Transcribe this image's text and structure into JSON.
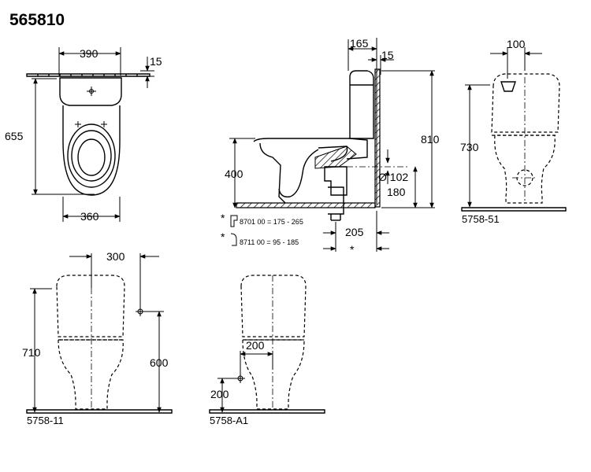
{
  "title": "565810",
  "top_view": {
    "width_top": "390",
    "depth_top": "15",
    "depth": "655",
    "width_bottom": "360"
  },
  "side_view": {
    "d165": "165",
    "d15": "15",
    "height_total": "810",
    "seat_height": "400",
    "pipe": "Ø 102",
    "pipe_height": "180",
    "d205": "205",
    "star": "*",
    "notes": [
      {
        "star": "*",
        "text": "8701 00  = 175 - 265"
      },
      {
        "star": "*",
        "text": "8711 00  =  95 - 185"
      }
    ]
  },
  "rear_51": {
    "width": "100",
    "height": "730",
    "code": "5758-51"
  },
  "rear_11": {
    "width": "300",
    "h_left": "710",
    "h_right": "600",
    "code": "5758-11"
  },
  "rear_a1": {
    "width": "200",
    "height": "200",
    "code": "5758-A1"
  }
}
